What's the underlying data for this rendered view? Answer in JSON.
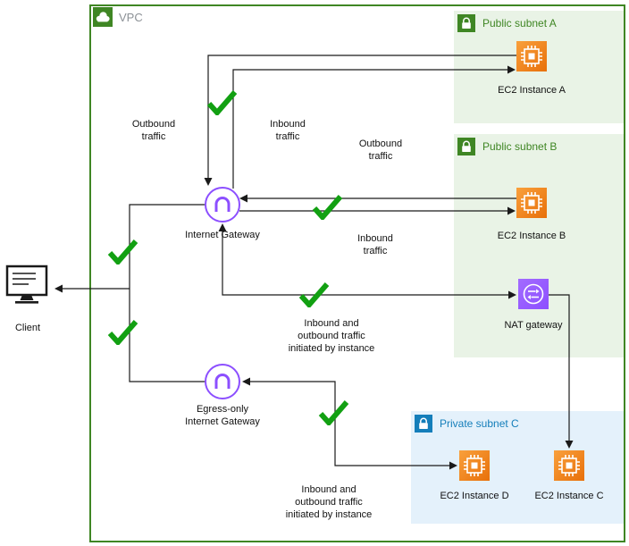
{
  "diagram": {
    "vpc_label": "VPC",
    "client_label": "Client"
  },
  "subnets": {
    "public_a": {
      "title": "Public subnet A",
      "type": "public"
    },
    "public_b": {
      "title": "Public subnet B",
      "type": "public"
    },
    "private_c": {
      "title": "Private subnet C",
      "type": "private"
    }
  },
  "nodes": {
    "igw": {
      "label": "Internet Gateway"
    },
    "egress_igw": {
      "label": "Egress-only\nInternet Gateway"
    },
    "nat": {
      "label": "NAT gateway"
    },
    "ec2_a": {
      "label": "EC2 Instance A"
    },
    "ec2_b": {
      "label": "EC2 Instance B"
    },
    "ec2_c": {
      "label": "EC2 Instance C"
    },
    "ec2_d": {
      "label": "EC2 Instance D"
    }
  },
  "flows": {
    "outbound_a": "Outbound\ntraffic",
    "inbound_a": "Inbound\ntraffic",
    "outbound_b": "Outbound\ntraffic",
    "inbound_b": "Inbound\ntraffic",
    "nat_flow": "Inbound and\noutbound traffic\ninitiated by instance",
    "egress_flow": "Inbound and\noutbound traffic\ninitiated by instance"
  },
  "icons": {
    "vpc": "cloud-icon",
    "public_subnet": "green-lock-icon",
    "private_subnet": "blue-lock-icon",
    "ec2": "instance-chip-icon",
    "internet_gateway": "gateway-arch-icon",
    "nat_gateway": "nat-arrows-icon",
    "client": "monitor-icon",
    "allowed": "green-checkmark-icon"
  },
  "colors": {
    "vpc_border": "#3F8624",
    "public_subnet_fill": "#E9F3E6",
    "public_subnet_accent": "#3F8624",
    "private_subnet_fill": "#E4F1FB",
    "private_subnet_accent": "#147EBA",
    "ec2_orange": "#ED7100",
    "gateway_purple": "#8C4FFF",
    "check_green": "#12A012",
    "line_black": "#1A1A1A"
  }
}
